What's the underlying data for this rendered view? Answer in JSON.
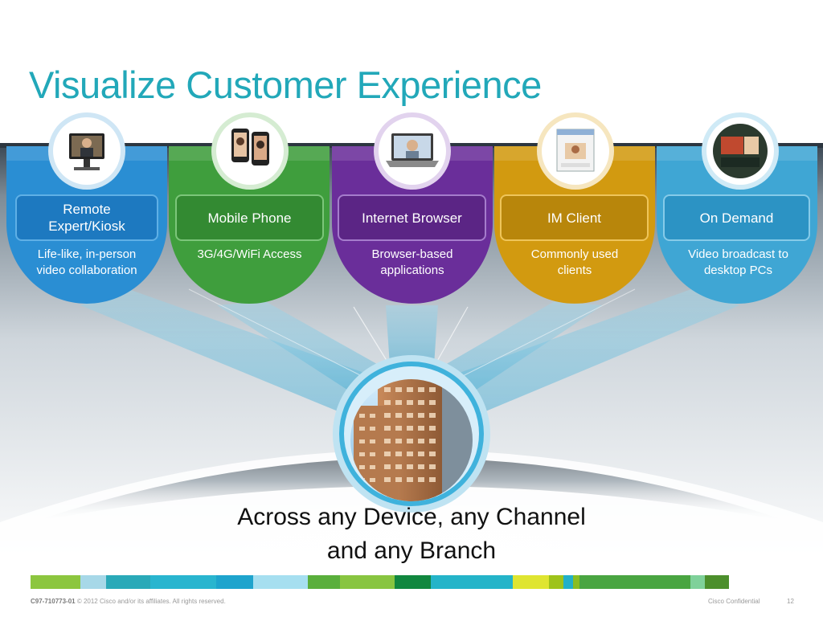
{
  "slide": {
    "title": "Visualize Customer Experience",
    "tagline_line1": "Across any Device, any Channel",
    "tagline_line2": "and any Branch"
  },
  "channels": [
    {
      "key": "remote",
      "title": "Remote Expert/Kiosk",
      "description": "Life-like, in-person video collaboration",
      "icon": "telepresence-kiosk-icon",
      "color": "#2a8ed3"
    },
    {
      "key": "mobile",
      "title": "Mobile Phone",
      "description": "3G/4G/WiFi Access",
      "icon": "smartphones-icon",
      "color": "#3f9e3d"
    },
    {
      "key": "browser",
      "title": "Internet Browser",
      "description": "Browser-based applications",
      "icon": "laptop-icon",
      "color": "#6a2e9a"
    },
    {
      "key": "im",
      "title": "IM Client",
      "description": "Commonly used clients",
      "icon": "im-window-icon",
      "color": "#d29a10"
    },
    {
      "key": "ondemand",
      "title": "On Demand",
      "description": "Video broadcast to desktop PCs",
      "icon": "video-broadcast-icon",
      "color": "#3fa6d4"
    }
  ],
  "hub": {
    "icon": "branch-building-icon"
  },
  "footer": {
    "doc_id": "C97-710773-01",
    "copyright": "© 2012 Cisco and/or its affiliates. All rights reserved.",
    "confidential": "Cisco Confidential",
    "page_number": "12"
  },
  "colors": {
    "title": "#22a8b9",
    "stripe": [
      "#8cc63f",
      "#a7d8e8",
      "#2aa9b8",
      "#29b5cf",
      "#1ea4cd",
      "#a6dff0",
      "#5aaf3c",
      "#88c540",
      "#11873f",
      "#24b4c9",
      "#dfe531",
      "#9ec31a",
      "#22b0c8",
      "#89bd23",
      "#49a541",
      "#7fd19a",
      "#4c8f2c"
    ]
  }
}
